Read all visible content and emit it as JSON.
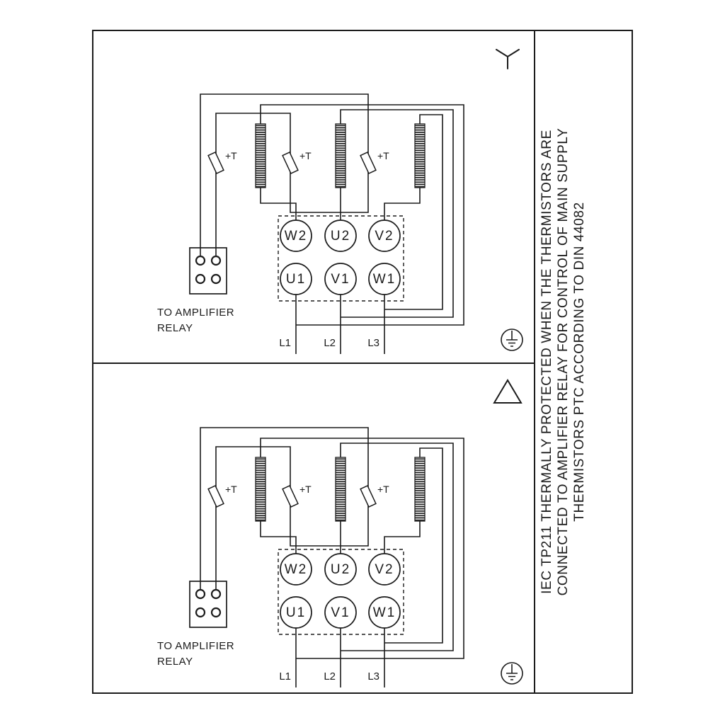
{
  "colors": {
    "ink": "#1c1c1c",
    "background": "#ffffff"
  },
  "note_column": {
    "lines": [
      "IEC TP211 THERMALLY PROTECTED WHEN THE THERMISTORS ARE",
      "CONNECTED TO AMPLIFIER RELAY FOR CONTROL OF MAIN SUPPLY",
      "THERMISTORS PTC ACCORDING TO DIN 44082"
    ]
  },
  "panels": [
    {
      "connection_type": "star",
      "thermistor_label": "+T",
      "relay_caption_line1": "TO AMPLIFIER",
      "relay_caption_line2": "RELAY",
      "terminals_top": [
        "W2",
        "U2",
        "V2"
      ],
      "terminals_bottom": [
        "U1",
        "V1",
        "W1"
      ],
      "supply_lines": [
        "L1",
        "L2",
        "L3"
      ]
    },
    {
      "connection_type": "delta",
      "thermistor_label": "+T",
      "relay_caption_line1": "TO AMPLIFIER",
      "relay_caption_line2": "RELAY",
      "terminals_top": [
        "W2",
        "U2",
        "V2"
      ],
      "terminals_bottom": [
        "U1",
        "V1",
        "W1"
      ],
      "supply_lines": [
        "L1",
        "L2",
        "L3"
      ]
    }
  ]
}
